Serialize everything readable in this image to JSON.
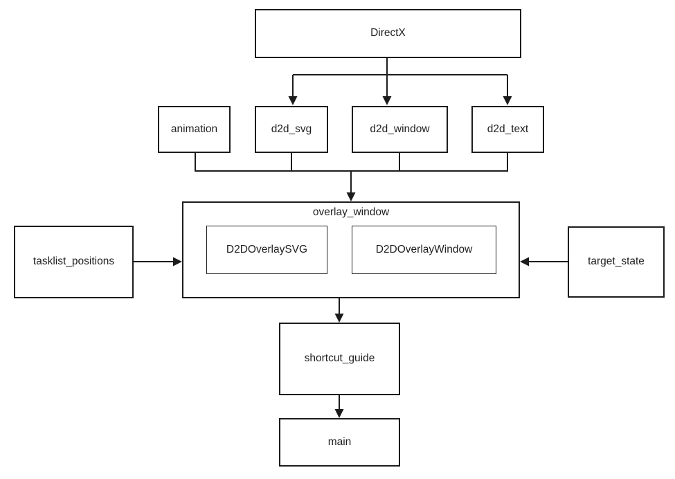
{
  "diagram": {
    "background_color": "#ffffff",
    "line_color": "#1c1c1c",
    "box_fill_color": "#ffffff",
    "text_color": "#1f1f1f",
    "nodes": {
      "directx": {
        "label": "DirectX"
      },
      "animation": {
        "label": "animation"
      },
      "d2d_svg": {
        "label": "d2d_svg"
      },
      "d2d_window": {
        "label": "d2d_window"
      },
      "d2d_text": {
        "label": "d2d_text"
      },
      "overlay_window": {
        "label": "overlay_window"
      },
      "d2d_overlay_svg": {
        "label": "D2DOverlaySVG"
      },
      "d2d_overlay_window": {
        "label": "D2DOverlayWindow"
      },
      "tasklist_positions": {
        "label": "tasklist_positions"
      },
      "target_state": {
        "label": "target_state"
      },
      "shortcut_guide": {
        "label": "shortcut_guide"
      },
      "main": {
        "label": "main"
      }
    },
    "edges": [
      {
        "from": "DirectX",
        "to": "d2d_svg"
      },
      {
        "from": "DirectX",
        "to": "d2d_window"
      },
      {
        "from": "DirectX",
        "to": "d2d_text"
      },
      {
        "from": "animation",
        "to": "overlay_window"
      },
      {
        "from": "d2d_svg",
        "to": "overlay_window"
      },
      {
        "from": "d2d_window",
        "to": "overlay_window"
      },
      {
        "from": "d2d_text",
        "to": "overlay_window"
      },
      {
        "from": "tasklist_positions",
        "to": "overlay_window"
      },
      {
        "from": "target_state",
        "to": "overlay_window"
      },
      {
        "from": "overlay_window",
        "to": "shortcut_guide"
      },
      {
        "from": "shortcut_guide",
        "to": "main"
      }
    ],
    "contains": [
      {
        "parent": "overlay_window",
        "children": [
          "D2DOverlaySVG",
          "D2DOverlayWindow"
        ]
      }
    ]
  }
}
